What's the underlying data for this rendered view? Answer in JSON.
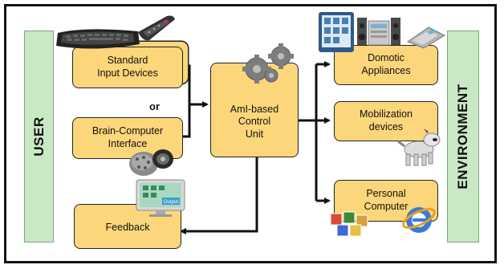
{
  "labels": {
    "user": "USER",
    "environment": "ENVIRONMENT",
    "or": "or"
  },
  "inputs": {
    "standard_line1": "Standard",
    "standard_line2": "Input Devices",
    "bci_line1": "Brain-Computer",
    "bci_line2": "Interface"
  },
  "control": {
    "line1": "AmI-based",
    "line2": "Control",
    "line3": "Unit"
  },
  "outputs": {
    "domotic_line1": "Domotic",
    "domotic_line2": "Appliances",
    "mobilization_line1": "Mobilization",
    "mobilization_line2": "devices",
    "pc_line1": "Personal",
    "pc_line2": "Computer"
  },
  "feedback": {
    "label": "Feedback",
    "screen_text": "Output"
  },
  "icons": [
    "keyboard-icon",
    "remote-control-icon",
    "eeg-cap-icon",
    "gears-icon",
    "tablet-screen-icon",
    "stereo-icon",
    "telephone-icon",
    "robot-dog-icon",
    "office-apps-icon",
    "browser-icon",
    "monitor-icon"
  ],
  "colors": {
    "box_fill": "#fcd67a",
    "sidebar_fill": "#c9e8c4",
    "line": "#111111"
  }
}
